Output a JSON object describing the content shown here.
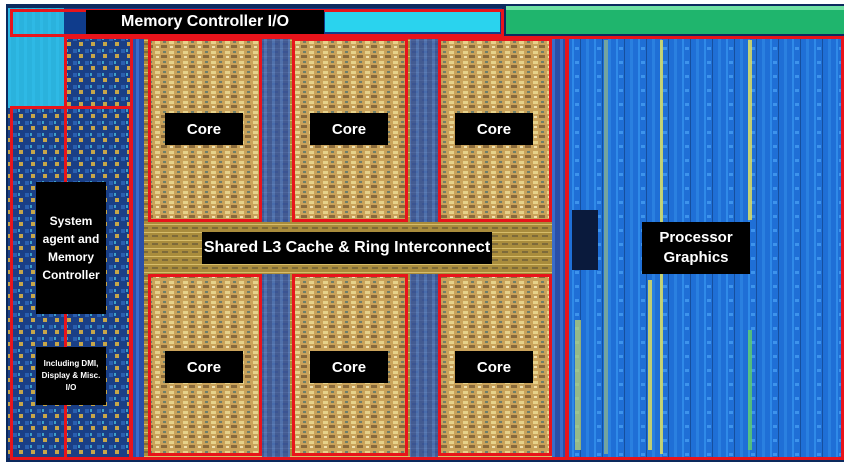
{
  "colors": {
    "outline_red": "#e8141b",
    "label_bg": "#000000",
    "label_text": "#ffffff",
    "graphics_blue": "#1f6fd6",
    "core_gold": "#c9a25a",
    "cache_gold": "#b8952e",
    "system_agent_blue": "#1a3f86",
    "memory_io_cyan": "#2ad3ee",
    "top_green": "#1fb56d"
  },
  "labels": {
    "memory_controller_io": "Memory Controller I/O",
    "shared_cache": "Shared L3 Cache & Ring Interconnect",
    "processor_graphics": "Processor\nGraphics",
    "system_agent": "System\nagent and\nMemory\nController",
    "system_agent_io": "Including DMI,\nDisplay & Misc.\nI/O"
  },
  "cores": [
    {
      "label": "Core",
      "row": "top",
      "col": 1
    },
    {
      "label": "Core",
      "row": "top",
      "col": 2
    },
    {
      "label": "Core",
      "row": "top",
      "col": 3
    },
    {
      "label": "Core",
      "row": "bottom",
      "col": 1
    },
    {
      "label": "Core",
      "row": "bottom",
      "col": 2
    },
    {
      "label": "Core",
      "row": "bottom",
      "col": 3
    }
  ]
}
